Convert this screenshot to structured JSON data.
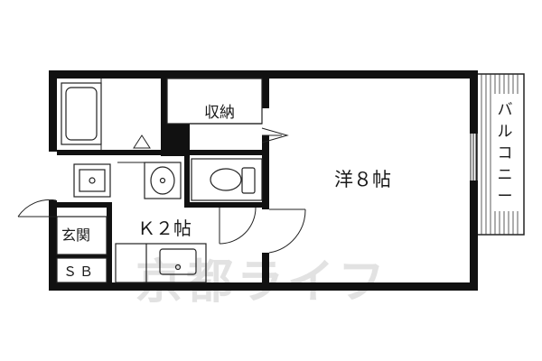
{
  "rooms": {
    "western_room": "洋８帖",
    "kitchen": "Ｋ２帖",
    "storage": "収納",
    "entrance": "玄関",
    "shoe_box": "ＳＢ"
  },
  "balcony": {
    "label_chars": [
      "バ",
      "ル",
      "コ",
      "ニ",
      "ー"
    ]
  },
  "watermark": "京都ライフ",
  "colors": {
    "wall": "#111111",
    "line": "#222222",
    "watermark": "#e2e2e2"
  }
}
